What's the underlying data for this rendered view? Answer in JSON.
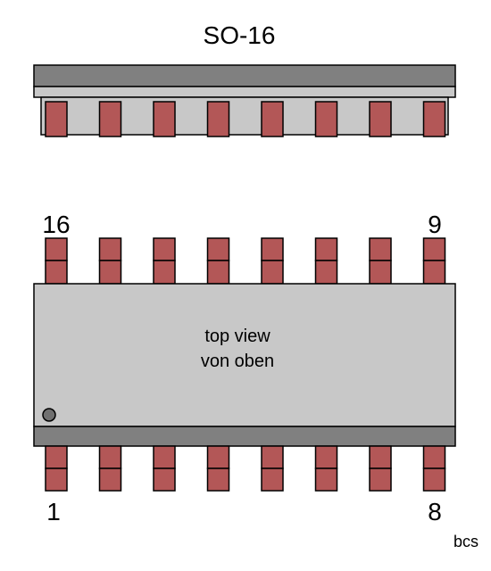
{
  "title": "SO-16",
  "top_view_label_en": "top view",
  "top_view_label_de": "von oben",
  "pin_label_top_left": "16",
  "pin_label_top_right": "9",
  "pin_label_bottom_left": "1",
  "pin_label_bottom_right": "8",
  "author": "bcs",
  "pins_per_side": 8,
  "colors": {
    "pin": "#b35757",
    "body_light": "#c8c8c8",
    "body_dark": "#808080",
    "outline": "#000000"
  }
}
